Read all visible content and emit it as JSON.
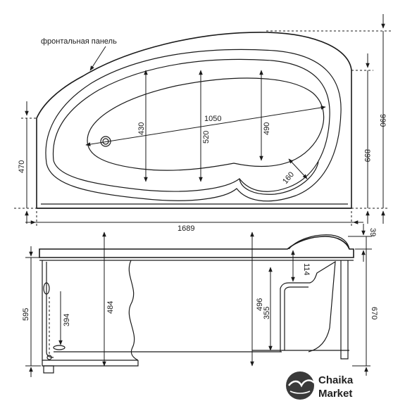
{
  "annotation": "фронтальная панель",
  "top_view": {
    "d430": "430",
    "d1050": "1050",
    "d520": "520",
    "d490": "490",
    "d160": "160",
    "d470": "470",
    "d899": "899",
    "d990": "990",
    "d1689": "1689"
  },
  "side_view": {
    "d39": "39",
    "d114": "114",
    "d484": "484",
    "d496": "496",
    "d394": "394",
    "d355": "355",
    "d595": "595",
    "d670": "670"
  },
  "logo": {
    "line1": "Chaika",
    "line2": "Market"
  }
}
